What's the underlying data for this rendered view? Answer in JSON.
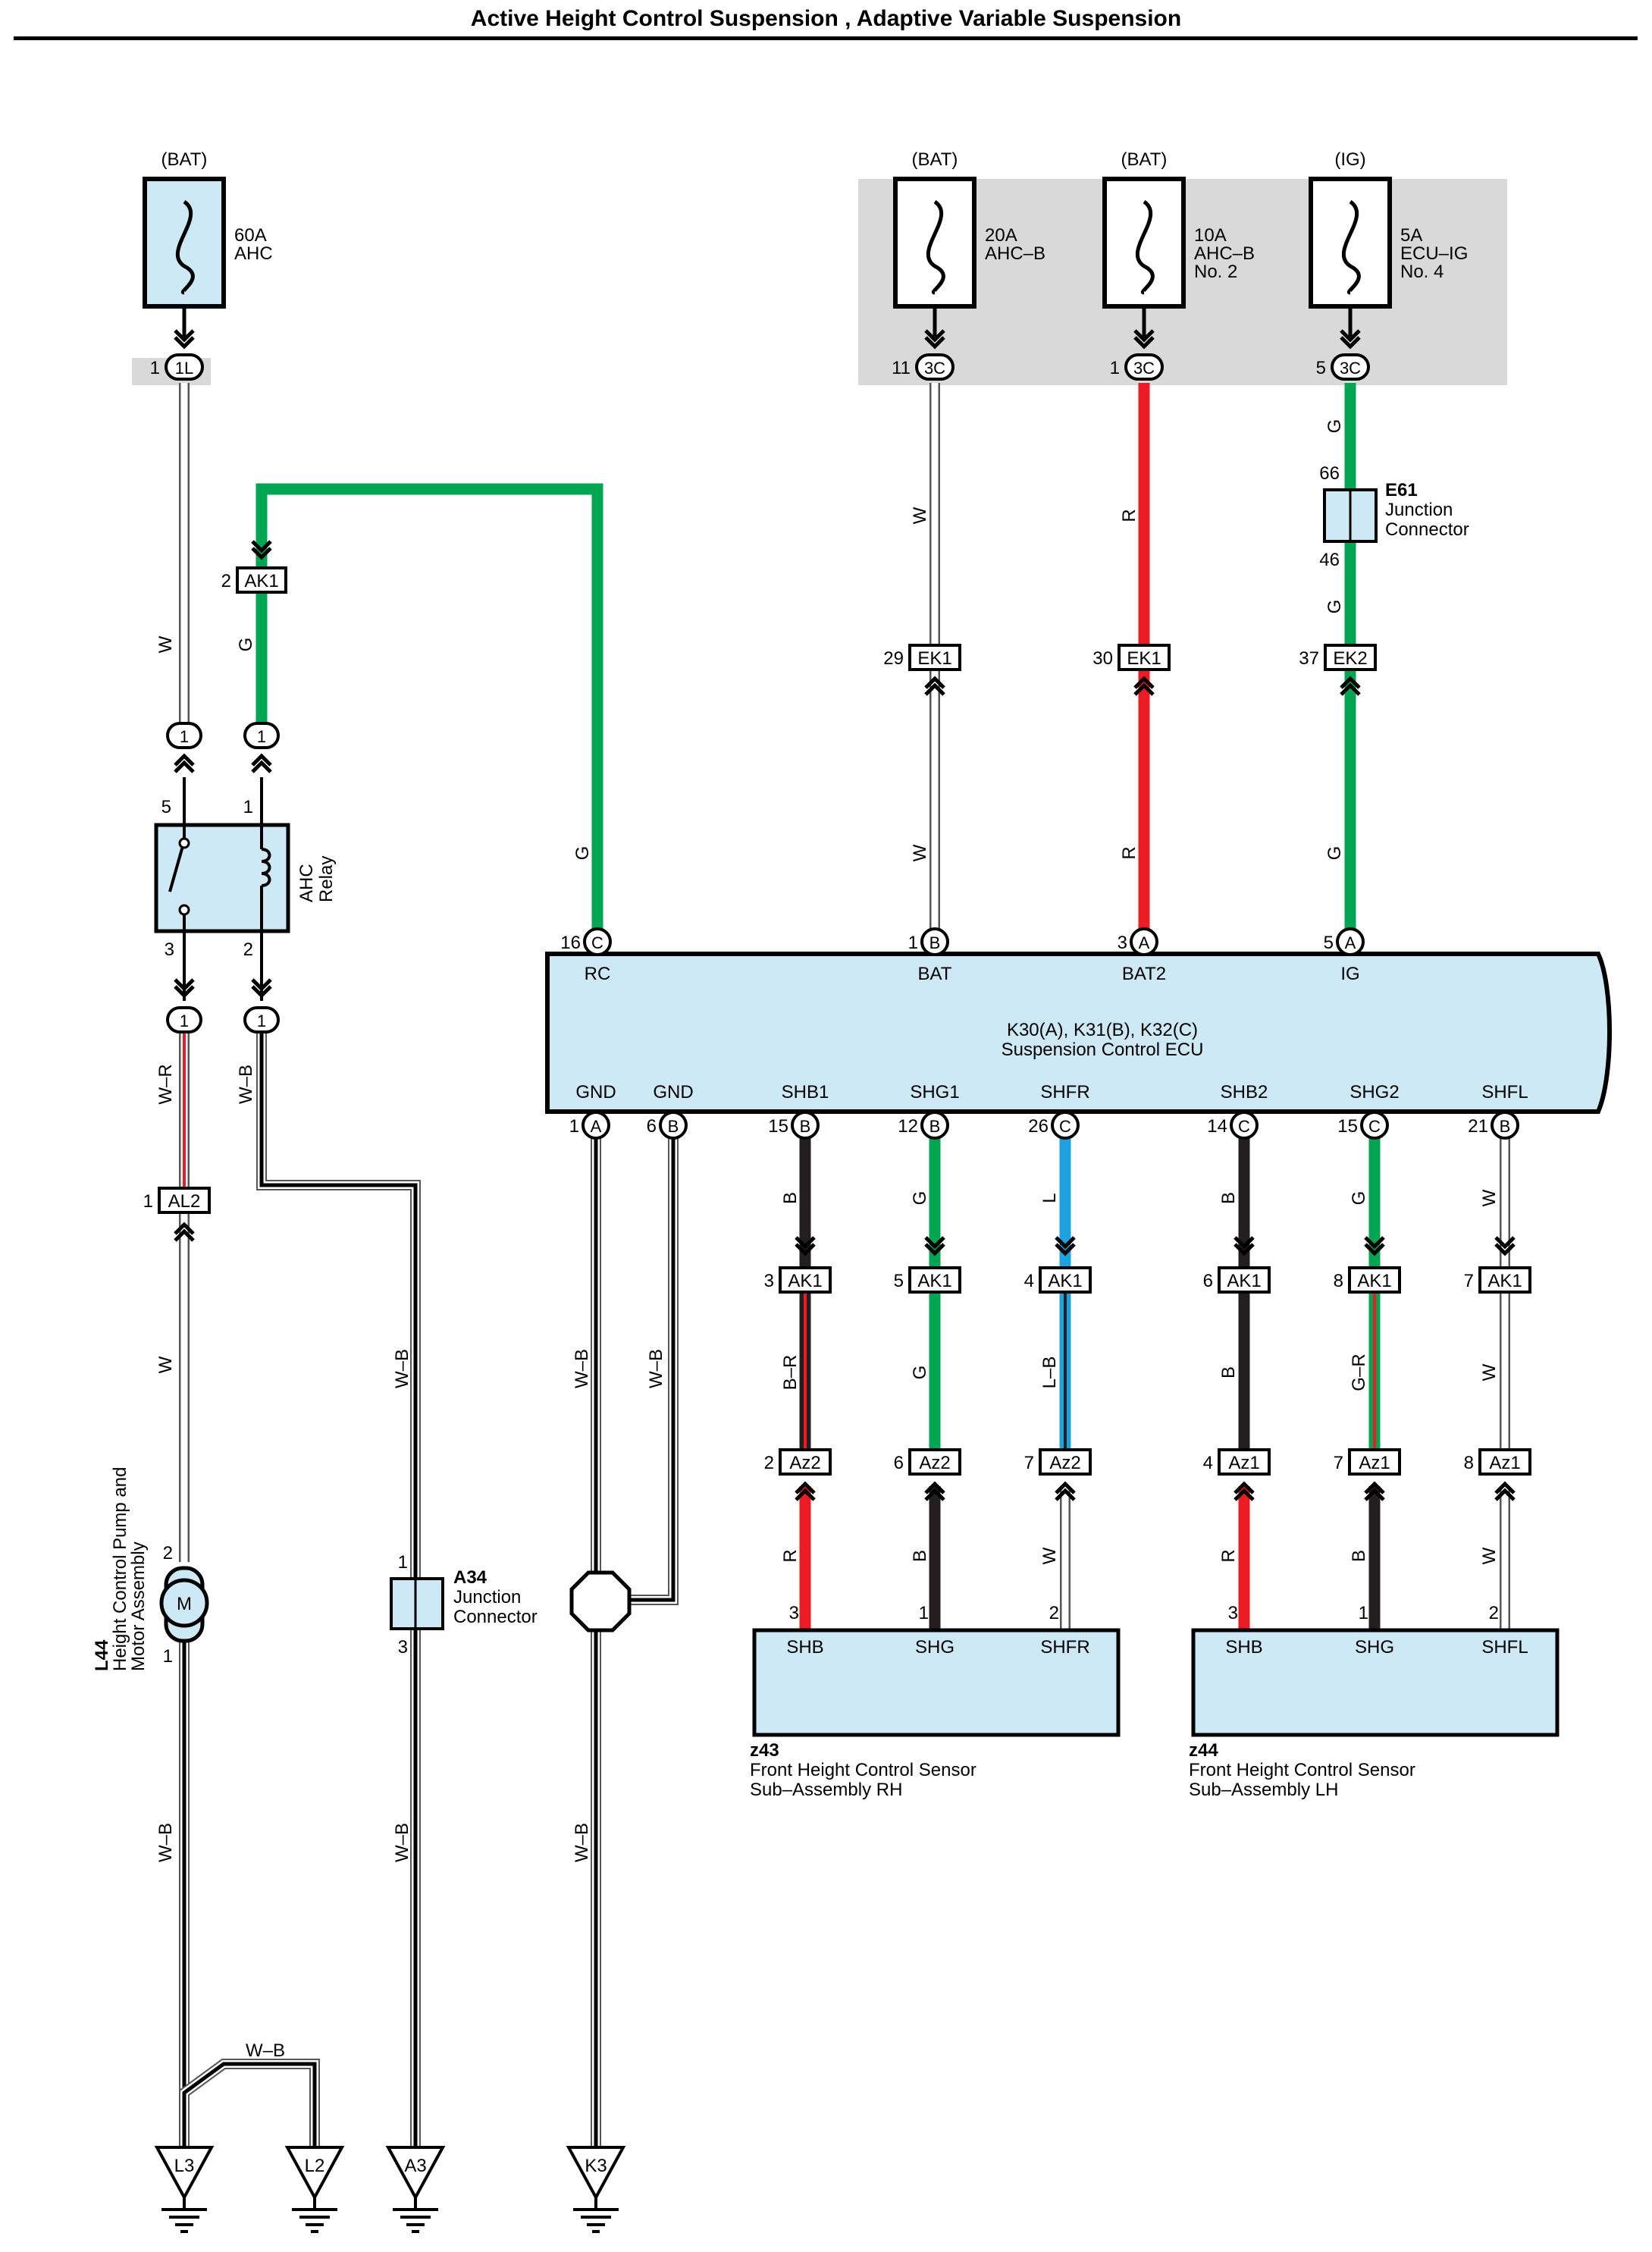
{
  "title": "Active Height Control Suspension , Adaptive Variable Suspension",
  "colors": {
    "background": "#ffffff",
    "component_fill": "#cde9f5",
    "junction_box_fill": "#d9d9d9",
    "wire_green": "#00a651",
    "wire_red": "#ed1c24",
    "wire_black": "#231f20",
    "wire_blue": "#1ca3dd",
    "wire_white_outline": "#6d6e71"
  },
  "fuses": [
    {
      "id": "fuse-60a-ahc",
      "source": "(BAT)",
      "rating": "60A",
      "name": "AHC",
      "name2": "",
      "pin": "1",
      "connector": "1L"
    },
    {
      "id": "fuse-20a-ahc-b",
      "source": "(BAT)",
      "rating": "20A",
      "name": "AHC–B",
      "name2": "",
      "pin": "11",
      "connector": "3C"
    },
    {
      "id": "fuse-10a-ahc-b-no2",
      "source": "(BAT)",
      "rating": "10A",
      "name": "AHC–B",
      "name2": "No. 2",
      "pin": "1",
      "connector": "3C"
    },
    {
      "id": "fuse-5a-ecu-ig-no4",
      "source": "(IG)",
      "rating": "5A",
      "name": "ECU–IG",
      "name2": "No. 4",
      "pin": "5",
      "connector": "3C"
    }
  ],
  "relay": {
    "name": "AHC",
    "name2": "Relay",
    "pins": [
      "5",
      "1",
      "3",
      "2"
    ]
  },
  "ecu": {
    "code": "K30(A), K31(B), K32(C)",
    "name": "Suspension Control ECU",
    "top_terminals": [
      {
        "pin": "16",
        "conn": "C",
        "label": "RC"
      },
      {
        "pin": "1",
        "conn": "B",
        "label": "BAT"
      },
      {
        "pin": "3",
        "conn": "A",
        "label": "BAT2"
      },
      {
        "pin": "5",
        "conn": "A",
        "label": "IG"
      }
    ],
    "bottom_terminals": [
      {
        "pin": "1",
        "conn": "A",
        "label": "GND"
      },
      {
        "pin": "6",
        "conn": "B",
        "label": "GND"
      },
      {
        "pin": "15",
        "conn": "B",
        "label": "SHB1"
      },
      {
        "pin": "12",
        "conn": "B",
        "label": "SHG1"
      },
      {
        "pin": "26",
        "conn": "C",
        "label": "SHFR"
      },
      {
        "pin": "14",
        "conn": "C",
        "label": "SHB2"
      },
      {
        "pin": "15",
        "conn": "C",
        "label": "SHG2"
      },
      {
        "pin": "21",
        "conn": "B",
        "label": "SHFL"
      }
    ]
  },
  "connectors": {
    "ak1_relay": {
      "pin": "2",
      "name": "AK1"
    },
    "ek1_bat": {
      "pin": "29",
      "name": "EK1"
    },
    "ek1_bat2": {
      "pin": "30",
      "name": "EK1"
    },
    "ek2_ig": {
      "pin": "37",
      "name": "EK2"
    },
    "al2": {
      "pin": "1",
      "name": "AL2"
    },
    "relay_in_pins": [
      "1",
      "1"
    ],
    "relay_out_pins": [
      "1",
      "1"
    ],
    "ak1_sensor": [
      {
        "pin": "3",
        "name": "AK1"
      },
      {
        "pin": "5",
        "name": "AK1"
      },
      {
        "pin": "4",
        "name": "AK1"
      },
      {
        "pin": "6",
        "name": "AK1"
      },
      {
        "pin": "8",
        "name": "AK1"
      },
      {
        "pin": "7",
        "name": "AK1"
      }
    ],
    "az_sensor": [
      {
        "pin": "2",
        "name": "Az2"
      },
      {
        "pin": "6",
        "name": "Az2"
      },
      {
        "pin": "7",
        "name": "Az2"
      },
      {
        "pin": "4",
        "name": "Az1"
      },
      {
        "pin": "7",
        "name": "Az1"
      },
      {
        "pin": "8",
        "name": "Az1"
      }
    ]
  },
  "junction_e61": {
    "code": "E61",
    "name": "Junction",
    "name2": "Connector",
    "pin_top": "66",
    "pin_bottom": "46"
  },
  "junction_a34": {
    "code": "A34",
    "name": "Junction",
    "name2": "Connector",
    "pin_top": "1",
    "pin_bottom": "3"
  },
  "motor": {
    "code": "L44",
    "name": "Height Control Pump and",
    "name2": "Motor Assembly",
    "symbol": "M",
    "pin_top": "2",
    "pin_bottom": "1"
  },
  "sensor_rh": {
    "code": "z43",
    "name": "Front Height Control Sensor",
    "name2": "Sub–Assembly RH",
    "terminals": [
      {
        "pin": "3",
        "label": "SHB"
      },
      {
        "pin": "1",
        "label": "SHG"
      },
      {
        "pin": "2",
        "label": "SHFR"
      }
    ]
  },
  "sensor_lh": {
    "code": "z44",
    "name": "Front Height Control Sensor",
    "name2": "Sub–Assembly LH",
    "terminals": [
      {
        "pin": "3",
        "label": "SHB"
      },
      {
        "pin": "1",
        "label": "SHG"
      },
      {
        "pin": "2",
        "label": "SHFL"
      }
    ]
  },
  "wire_labels": {
    "w": "W",
    "g": "G",
    "r": "R",
    "b": "B",
    "l": "L",
    "w_r": "W–R",
    "w_b": "W–B",
    "b_r": "B–R",
    "l_b": "L–B",
    "g_r": "G–R"
  },
  "grounds": [
    "L3",
    "L2",
    "A3",
    "K3"
  ]
}
